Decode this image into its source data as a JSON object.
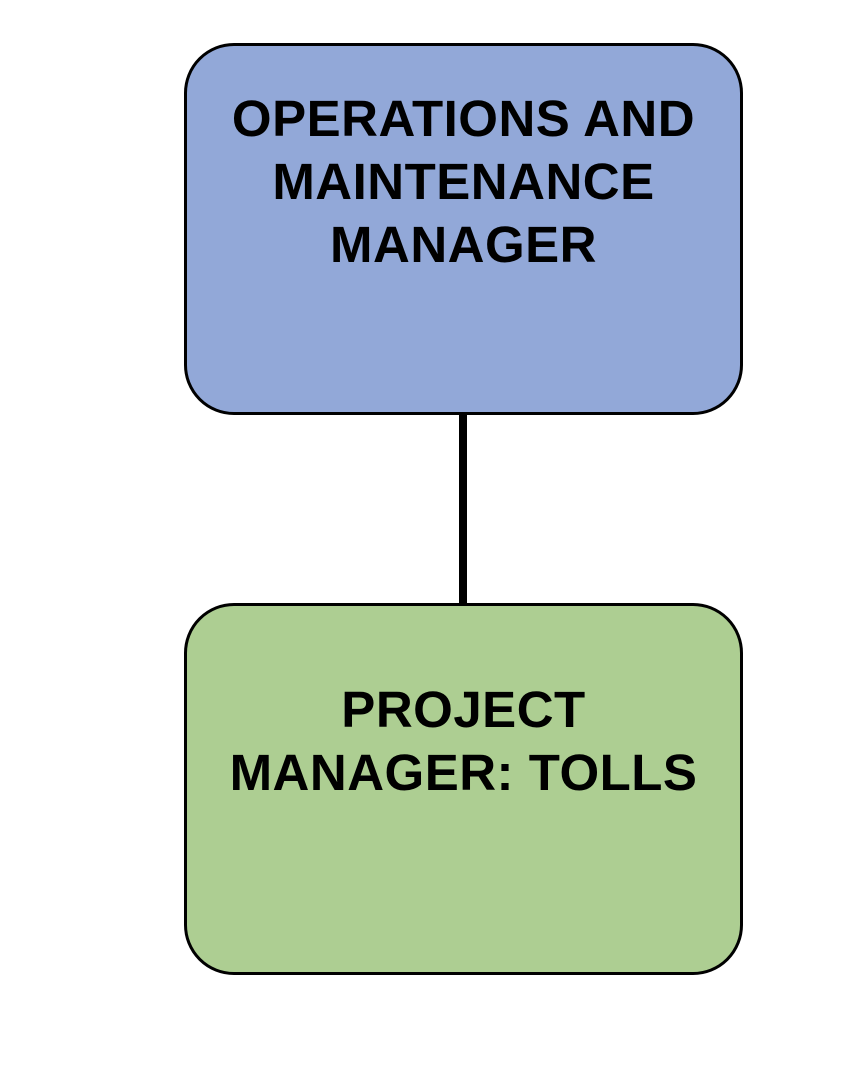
{
  "diagram": {
    "type": "org-chart",
    "background_color": "#ffffff",
    "edge_color": "#000000",
    "nodes": [
      {
        "id": "operations-and-maintenance-manager",
        "label": "OPERATIONS AND MAINTENANCE MANAGER",
        "lines": [
          "OPERATIONS AND",
          "MAINTENANCE",
          "MANAGER"
        ],
        "fill": "#92a8d8",
        "border_color": "#000000",
        "text_color": "#000000"
      },
      {
        "id": "project-manager-tolls",
        "label": "PROJECT MANAGER: TOLLS",
        "lines": [
          "PROJECT",
          "MANAGER: TOLLS"
        ],
        "fill": "#adce92",
        "border_color": "#000000",
        "text_color": "#000000"
      }
    ],
    "edges": [
      {
        "from": "operations-and-maintenance-manager",
        "to": "project-manager-tolls",
        "style": "vertical-line",
        "color": "#000000"
      }
    ]
  }
}
